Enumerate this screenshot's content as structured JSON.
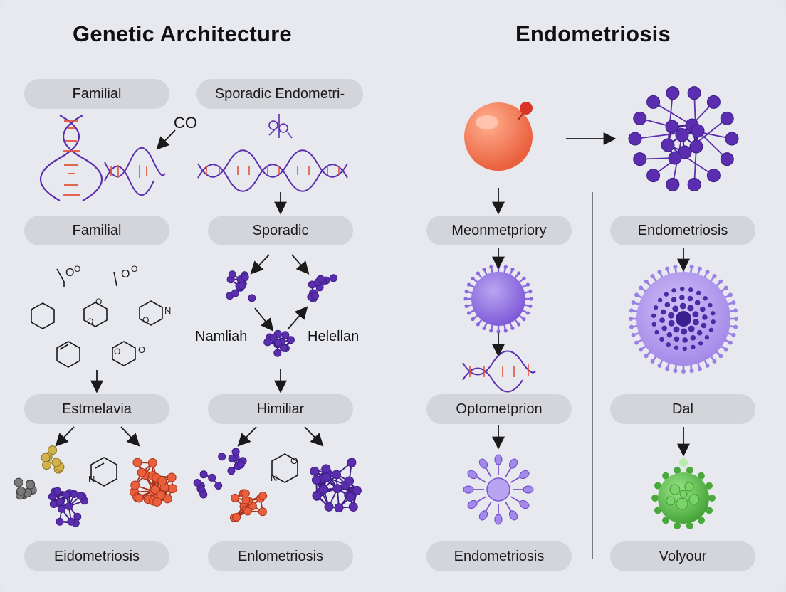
{
  "titles": {
    "left": "Genetic Architecture",
    "right": "Endometriosis"
  },
  "left": {
    "row1": {
      "a": "Familial",
      "b": "Sporadic Endometri-"
    },
    "co_label": "CO",
    "row2": {
      "a": "Familial",
      "b": "Sporadic"
    },
    "side_labels": {
      "left": "Namliah",
      "right": "Helellan"
    },
    "ring_labels": {
      "n": "N",
      "o": "O",
      "oo": "O"
    },
    "row3": {
      "a": "Estmelavia",
      "b": "Himiliar"
    },
    "row4": {
      "a": "Eidometriosis",
      "b": "Enlometriosis"
    }
  },
  "right": {
    "col1": [
      "Meonmetpriory",
      "Optometprion",
      "Endometriosis"
    ],
    "col2": [
      "Endometriosis",
      "Dal",
      "Volyour"
    ]
  },
  "colors": {
    "purple": "#5b2eb0",
    "orange": "#ef7450",
    "green": "#57b847",
    "pill": "#d4d5da",
    "dna_red": "#e0533a"
  }
}
